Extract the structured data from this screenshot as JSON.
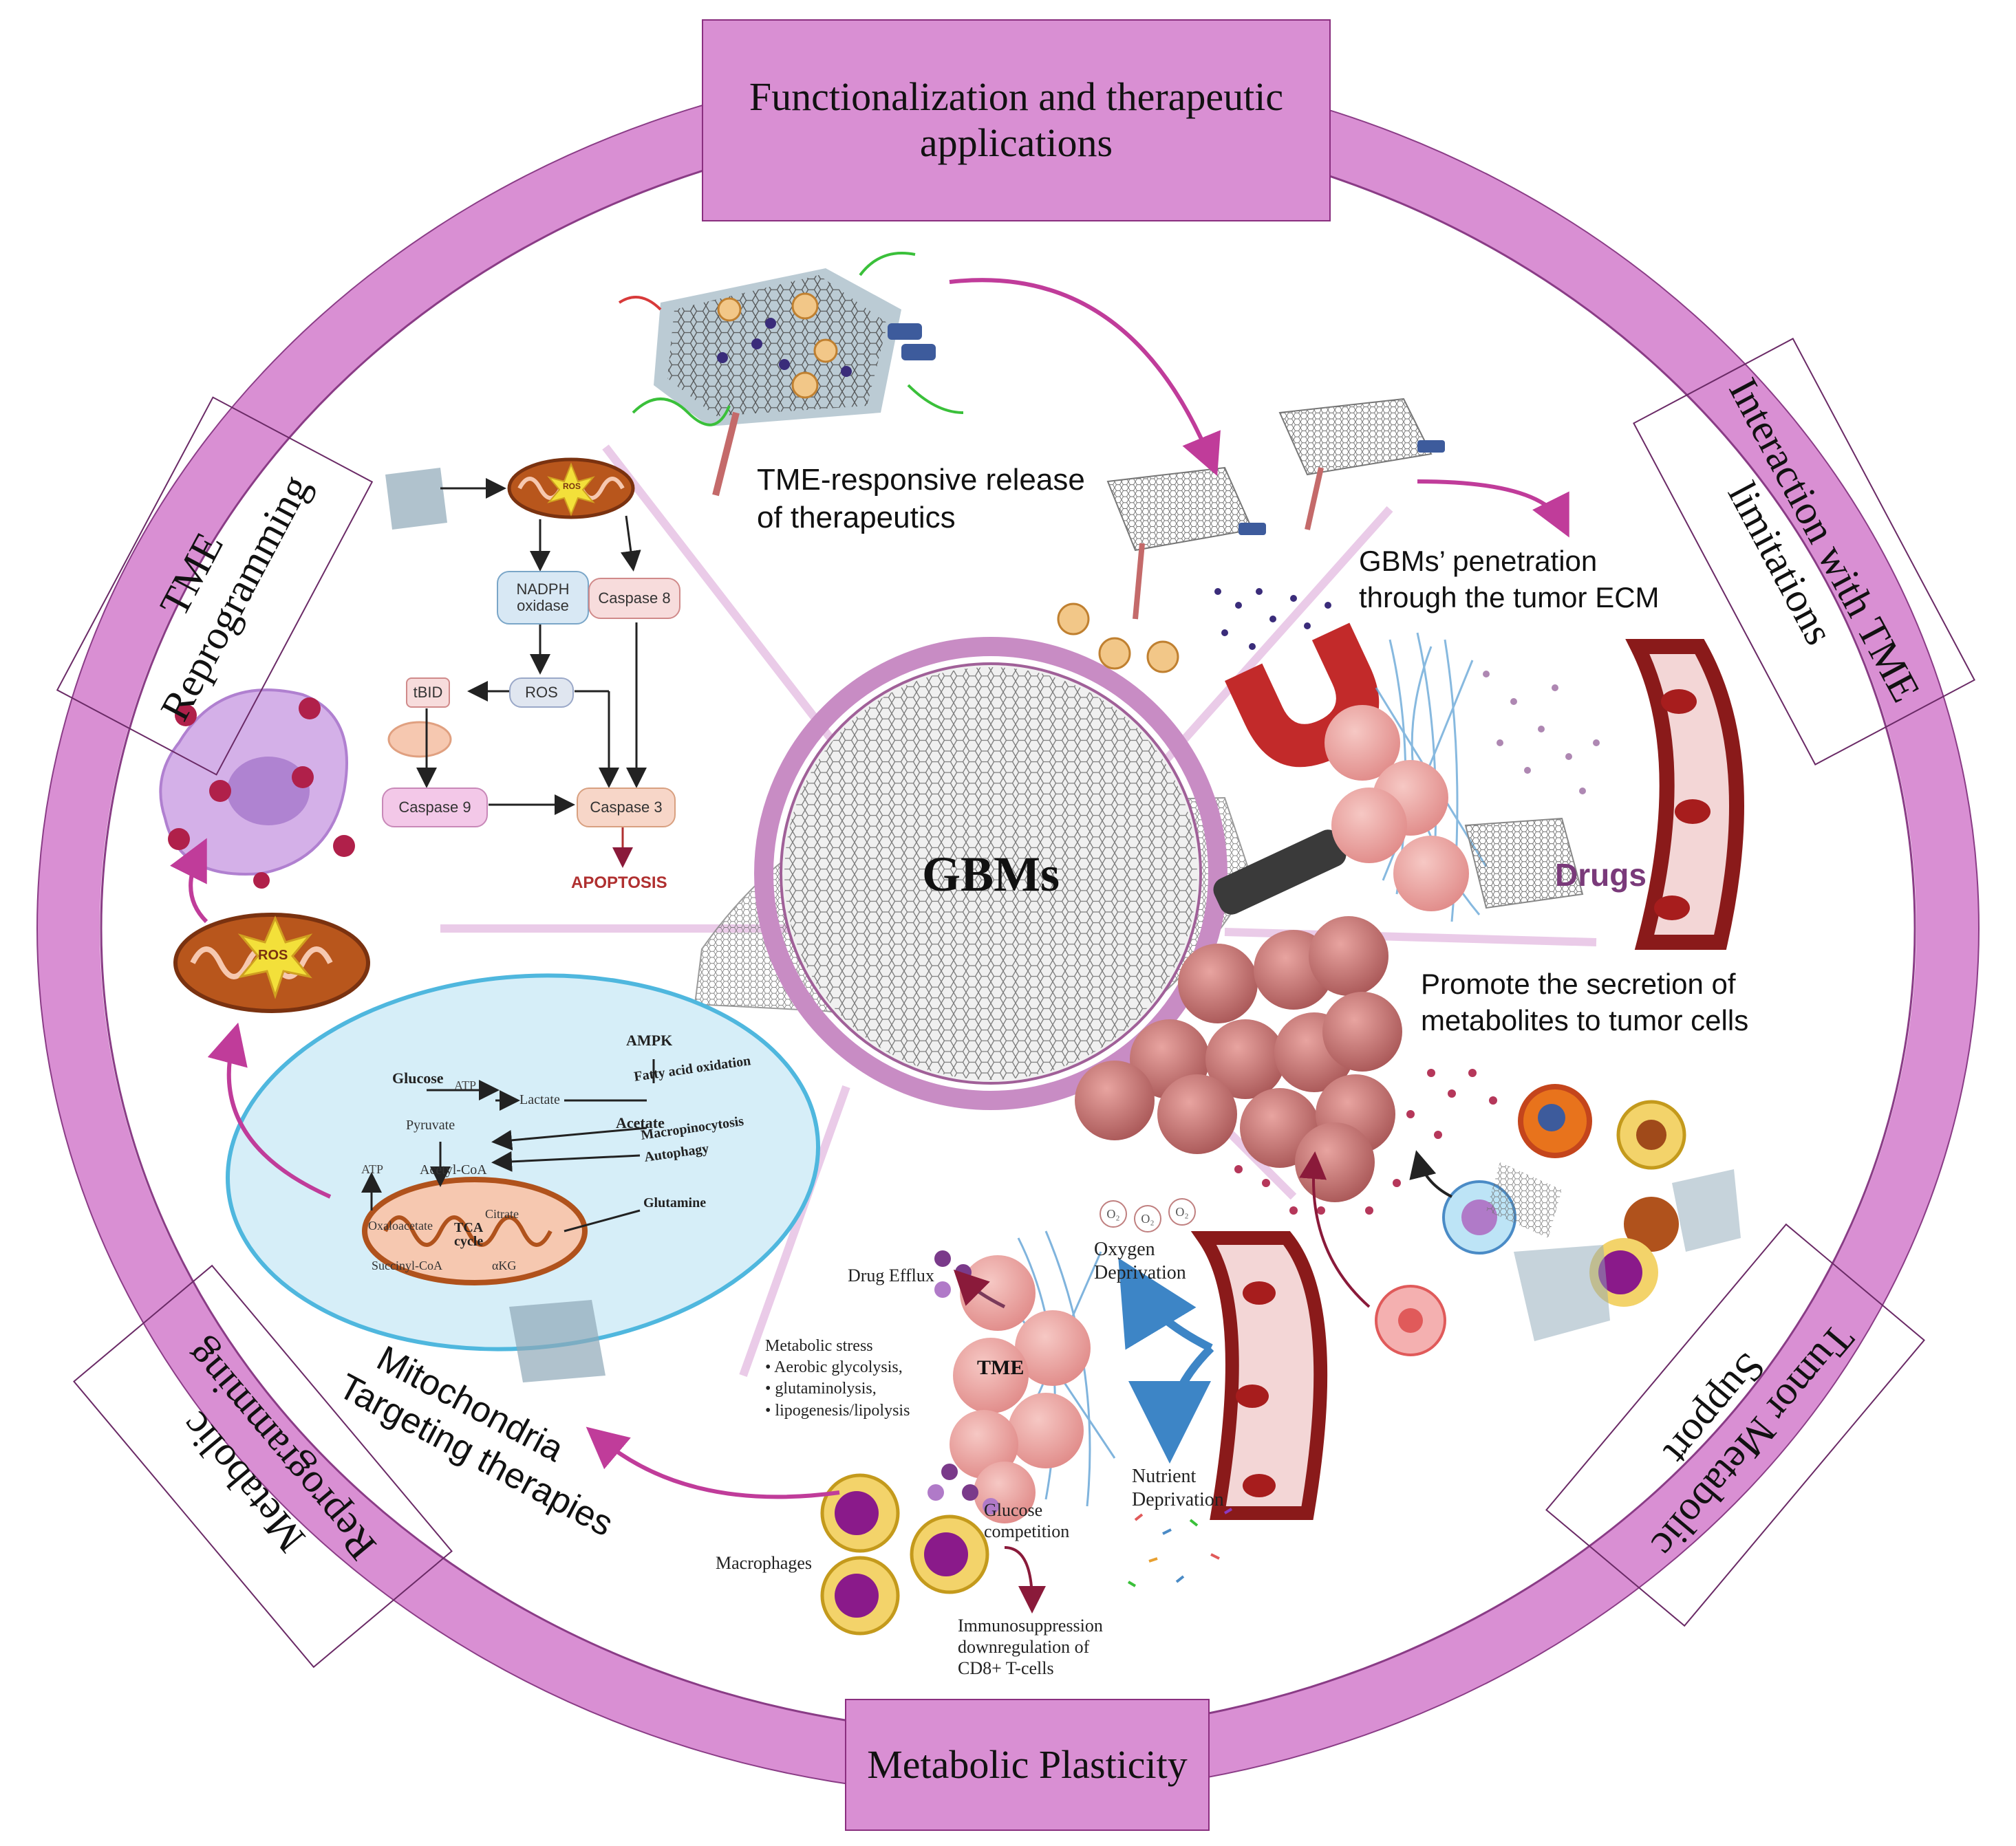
{
  "center": {
    "label": "GBMs"
  },
  "ring_labels": {
    "top": "Functionalization and therapeutic applications",
    "top_line1": "Functionalization and therapeutic",
    "top_line2": "applications",
    "bottom": "Metabolic Plasticity",
    "left_top_line1": "TME",
    "left_top_line2": "Reprogramming",
    "right_top_line1": "Interaction with TME",
    "right_top_line2": "limitations",
    "left_bottom_line1": "Metabolic",
    "left_bottom_line2": "Reprogramming",
    "right_bottom_line1": "Tumor Metabolic",
    "right_bottom_line2": "Support"
  },
  "annotations": {
    "tme_release_line1": "TME-responsive release",
    "tme_release_line2": "of therapeutics",
    "penetration_line1": "GBMs’ penetration",
    "penetration_line2": "through the tumor ECM",
    "drugs": "Drugs",
    "secretion_line1": "Promote the secretion of",
    "secretion_line2": "metabolites to tumor cells",
    "mito_line1": "Mitochondria",
    "mito_line2": "Targeting therapies",
    "drug_efflux": "Drug Efflux",
    "metabolic_stress": "Metabolic stress",
    "stress_items": [
      "Aerobic glycolysis,",
      "glutaminolysis,",
      "lipogenesis/lipolysis"
    ],
    "tme": "TME",
    "oxygen_line1": "Oxygen",
    "oxygen_line2": "Deprivation",
    "nutrient_line1": "Nutrient",
    "nutrient_line2": "Deprivation",
    "glucose_line1": "Glucose",
    "glucose_line2": "competition",
    "macrophages": "Macrophages",
    "immuno_line1": "Immunosuppression",
    "immuno_line2": "downregulation of",
    "immuno_line3": "CD8+ T-cells",
    "o2": "O₂",
    "ros": "ROS"
  },
  "apoptosis_pathway": {
    "nadph_line1": "NADPH",
    "nadph_line2": "oxidase",
    "caspase8": "Caspase 8",
    "tbid": "tBID",
    "ros": "ROS",
    "caspase9": "Caspase 9",
    "caspase3": "Caspase 3",
    "apoptosis": "APOPTOSIS"
  },
  "metabolism_oval": {
    "glucose": "Glucose",
    "atp1": "ATP",
    "lactate": "Lactate",
    "pyruvate": "Pyruvate",
    "ampk": "AMPK",
    "fatty_acid": "Fatty acid oxidation",
    "acetate": "Acetate",
    "acetyl_coa": "Acetyl-CoA",
    "macropinocytosis": "Macropinocytosis",
    "autophagy": "Autophagy",
    "atp2": "ATP",
    "oxaloacetate": "Oxaloacetate",
    "citrate": "Citrate",
    "tca_line1": "TCA",
    "tca_line2": "cycle",
    "glutamine": "Glutamine",
    "succinyl": "Succinyl-CoA",
    "akg": "αKG"
  },
  "colors": {
    "ring": "#d98fd3",
    "ring_border": "#8a2f7f",
    "arrow": "#c03c9a",
    "spoke": "#e8c6e6",
    "apoptosis_red": "#b03030",
    "oval_fill": "#d6eef8",
    "oval_stroke": "#4fb7de",
    "vessel": "#8a1a1a",
    "cell": "#d88a8a",
    "ecm": "#6aa8d8"
  }
}
